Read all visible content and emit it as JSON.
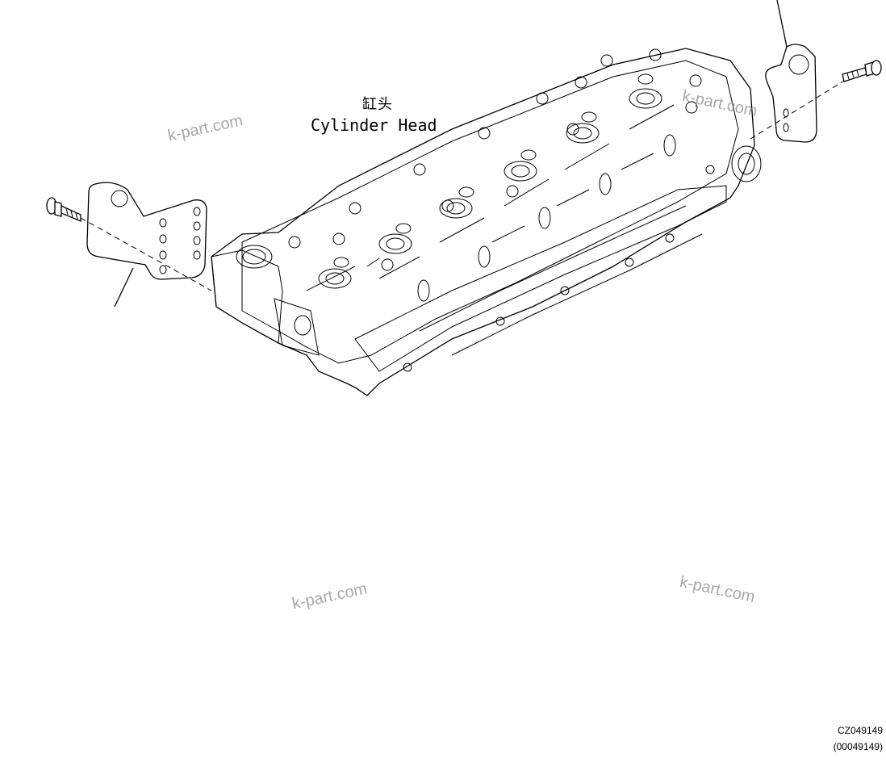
{
  "labels": {
    "part_name_zh": "缸头",
    "part_name_en": "Cylinder Head"
  },
  "watermarks": [
    "k-part.com",
    "k-part.com",
    "k-part.com",
    "k-part.com"
  ],
  "codes": {
    "drawing_code": "CZ049149",
    "drawing_code_paren": "(00049149)"
  }
}
